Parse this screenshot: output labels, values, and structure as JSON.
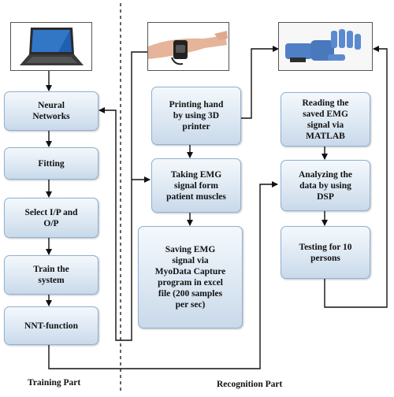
{
  "training": {
    "boxes": {
      "neural": "Neural\nNetworks",
      "fitting": "Fitting",
      "select": "Select I/P and\nO/P",
      "train": "Train the\nsystem",
      "nnt": "NNT-function"
    },
    "section_label": "Training Part"
  },
  "recognition": {
    "boxes": {
      "printing": "Printing hand\nby using 3D\nprinter",
      "taking": "Taking EMG\nsignal form\npatient muscles",
      "saving": "Saving EMG\nsignal via\nMyoData Capture\nprogram in excel\nfile (200 samples\nper sec)",
      "reading": "Reading the\nsaved EMG\nsignal via\nMATLAB",
      "analyzing": "Analyzing the\ndata by using\nDSP",
      "testing": "Testing for 10\npersons"
    },
    "section_label": "Recognition Part"
  },
  "images": {
    "laptop": "laptop-icon",
    "emg_arm": "emg-armband-photo",
    "robotic_hand": "3d-printed-hand-photo"
  },
  "colors": {
    "box_border": "#8fb1d3",
    "box_fill_top": "#f4f8fc",
    "box_fill_bottom": "#c9d9ea",
    "arrow": "#111111",
    "hand_blue": "#4f7fc4"
  }
}
